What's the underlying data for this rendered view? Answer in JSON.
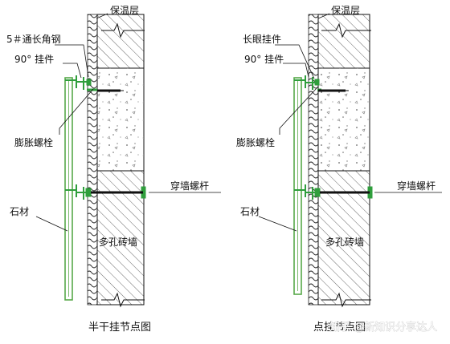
{
  "left_detail": {
    "insulation_label": "保温层",
    "angle_steel_label": "5＃通长角钢",
    "hanger_label": "90° 挂件",
    "anchor_bolt_label": "膨胀螺栓",
    "through_bolt_label": "穿墙螺杆",
    "stone_label": "石材",
    "wall_label": "多孔砖墙",
    "caption": "半干挂节点图"
  },
  "right_detail": {
    "insulation_label": "保温层",
    "long_eye_hanger_label": "长眼挂件",
    "hanger_label": "90° 挂件",
    "anchor_bolt_label": "膨胀螺栓",
    "through_bolt_label": "穿墙螺杆",
    "stone_label": "石材",
    "wall_label": "多孔砖墙",
    "caption": "点挂节点图"
  },
  "watermark": "知乎 @新知识分享达人",
  "colors": {
    "hardware_green": "#2f9e3c",
    "stone_green": "#58a94a",
    "line": "#111111",
    "hatch": "#555555",
    "insulation_wave": "#222222"
  }
}
